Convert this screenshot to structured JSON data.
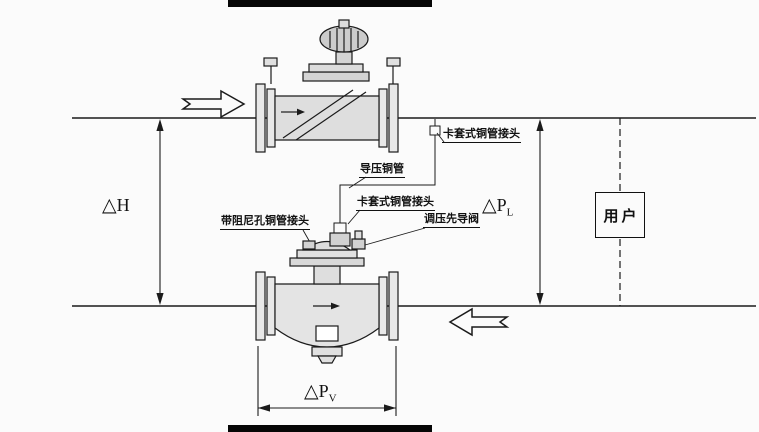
{
  "annotations": {
    "clamp_joint_upper": "卡套式铜管接头",
    "pressure_tube": "导压铜管",
    "clamp_joint_lower": "卡套式铜管接头",
    "damping_joint": "带阻尼孔铜管接头",
    "pilot_valve": "调压先导阀",
    "user_box": "用户"
  },
  "dimensions": {
    "delta_h": {
      "symbol": "△",
      "name": "H"
    },
    "delta_pl": {
      "symbol": "△",
      "name": "P",
      "sub": "L"
    },
    "delta_pv": {
      "symbol": "△",
      "name": "P",
      "sub": "V"
    }
  },
  "colors": {
    "line": "#1b1b1b",
    "background": "#fbfbfb"
  }
}
